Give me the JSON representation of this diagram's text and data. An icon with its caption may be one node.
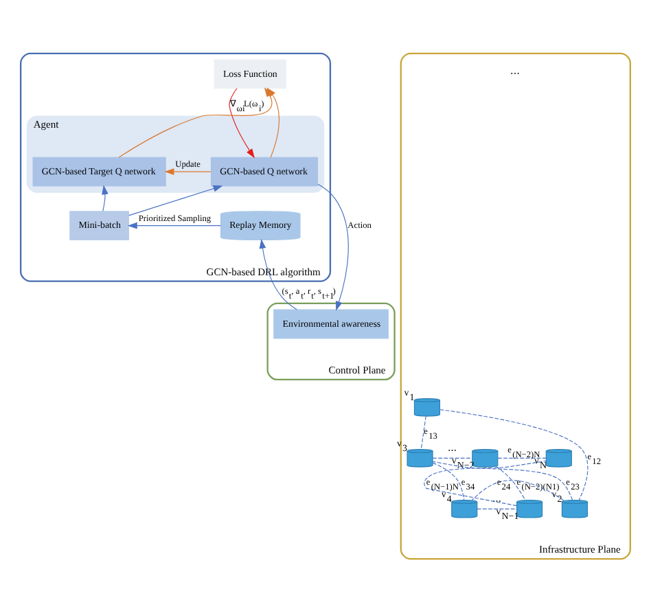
{
  "diagram": {
    "nodes": [
      {
        "text": [
          "GCN-based DRL algorithm"
        ]
      },
      {
        "text": [
          "Loss Function"
        ],
        "in": 0
      },
      {
        "text": [
          "Agent"
        ],
        "in": 0
      },
      {
        "text": [
          "GCN-based Q network"
        ],
        "in": 2
      },
      {
        "text": [
          "GCN-based Target Q network"
        ],
        "in": 2
      },
      {
        "text": [
          "Replay Memory"
        ],
        "in": 0
      },
      {
        "text": [
          "Mini-batch"
        ],
        "in": 0
      },
      {
        "text": [
          "Control Plane"
        ]
      },
      {
        "text": [
          "Environmental awareness"
        ],
        "in": 7
      },
      {
        "text": [
          "Infrastructure Plane"
        ]
      },
      {
        "text": [],
        "shape": "cylinder",
        "in": 9,
        "beside": [
          "v$_{1}$"
        ]
      },
      {
        "text": [],
        "shape": "cylinder",
        "in": 9,
        "beside": [
          "v$_{3}$"
        ]
      },
      {
        "text": [],
        "shape": "cylinder",
        "in": 9,
        "beside": [
          "v$_{N−2}$"
        ]
      },
      {
        "text": [],
        "shape": "cylinder",
        "in": 9,
        "beside": [
          "v$_{N}$"
        ]
      },
      {
        "text": [],
        "shape": "cylinder",
        "in": 9,
        "beside": [
          "v$_{2}$"
        ]
      },
      {
        "text": [],
        "shape": "cylinder",
        "in": 9,
        "beside": [
          "v$_{4}$"
        ]
      },
      {
        "text": [],
        "shape": "cylinder",
        "in": 9,
        "beside": [
          "v$_{N−1}$"
        ]
      }
    ],
    "edges": [
      {
        "from": 3,
        "to": 1,
        "arrow": "to",
        "color": "#d9782d"
      },
      {
        "from": 4,
        "to": 1,
        "arrow": "to",
        "color": "#d9782d"
      },
      {
        "from": 1,
        "to": 3,
        "arrow": "to",
        "label": "∇$_{ωi}$L(ω$_{i}$)",
        "color": "#e0201b"
      },
      {
        "from": 3,
        "to": 4,
        "arrow": "to",
        "label": "Update",
        "color": "#d9782d"
      },
      {
        "from": 3,
        "to": 8,
        "arrow": "to",
        "label": "Action"
      },
      {
        "from": 8,
        "to": 5,
        "arrow": "to",
        "label": "(s$_{t}$, a$_{t}$, r$_{t}$, s$_{t+1}$)"
      },
      {
        "from": 5,
        "to": 6,
        "arrow": "to",
        "label": "Prioritized Sampling"
      },
      {
        "from": 6,
        "to": 3,
        "arrow": "to"
      },
      {
        "from": 6,
        "to": 4,
        "arrow": "to"
      },
      {
        "from": 10,
        "to": 11,
        "arrow": "none",
        "style": "dashed",
        "label": "e$_{13}$"
      },
      {
        "from": 10,
        "to": 14,
        "arrow": "none",
        "style": "dashed",
        "label": "e$_{12}$"
      },
      {
        "from": 14,
        "to": 11,
        "arrow": "none",
        "style": "dashed",
        "label": "e$_{23}$"
      },
      {
        "from": 11,
        "to": 15,
        "arrow": "none",
        "style": "dashed",
        "label": "e$_{34}$"
      },
      {
        "from": 14,
        "to": 15,
        "arrow": "none",
        "style": "dashed",
        "label": "e$_{24}$"
      },
      {
        "from": 11,
        "to": 12,
        "arrow": "none",
        "style": "dashed",
        "label": "⋯"
      },
      {
        "from": 15,
        "to": 16,
        "arrow": "none",
        "style": "dashed",
        "label": "⋯"
      },
      {
        "from": 12,
        "to": 13,
        "arrow": "none",
        "style": "dashed",
        "label": "e$_{(N−2)N}$"
      },
      {
        "from": 12,
        "to": 16,
        "arrow": "none",
        "style": "dashed",
        "label": "e$_{(N−2)(N1)}$"
      },
      {
        "from": 16,
        "to": 13,
        "arrow": "none",
        "style": "dashed",
        "label": "e$_{(N−1)N}$"
      }
    ],
    "labels": [
      "⋯"
    ]
  }
}
